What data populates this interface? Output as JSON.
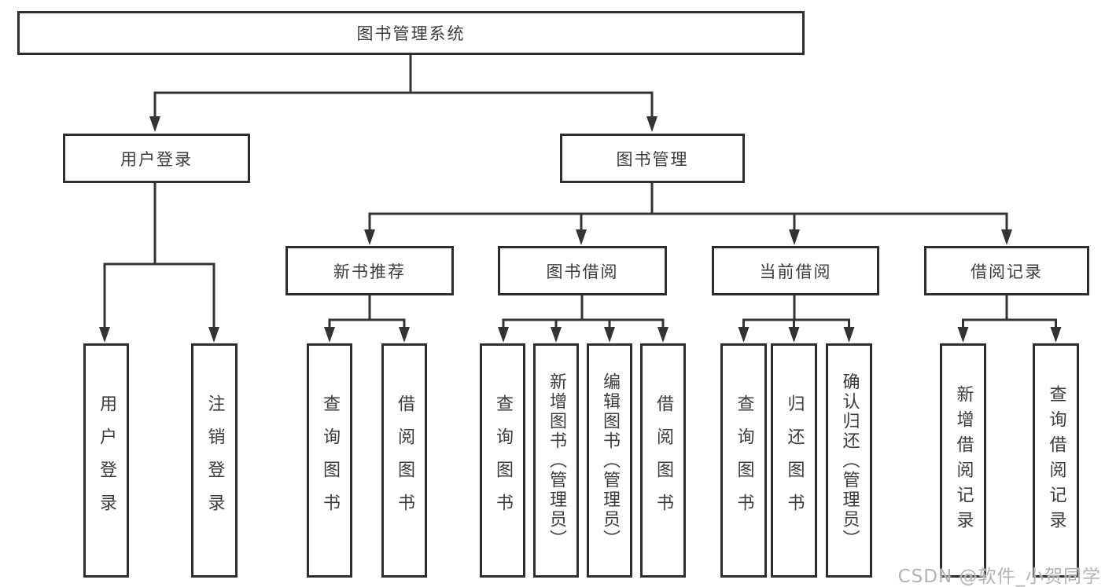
{
  "diagram": {
    "root": {
      "label": "图书管理系统"
    },
    "level2": [
      {
        "label": "用户登录"
      },
      {
        "label": "图书管理"
      }
    ],
    "level3": [
      {
        "label": "新书推荐"
      },
      {
        "label": "图书借阅"
      },
      {
        "label": "当前借阅"
      },
      {
        "label": "借阅记录"
      }
    ],
    "leaves": {
      "login": [
        {
          "label": "用户登录"
        },
        {
          "label": "注销登录"
        }
      ],
      "recommend": [
        {
          "label": "查询图书"
        },
        {
          "label": "借阅图书"
        }
      ],
      "borrow": [
        {
          "label": "查询图书"
        },
        {
          "label": "新增图书（管理员）"
        },
        {
          "label": "编辑图书（管理员）"
        },
        {
          "label": "借阅图书"
        }
      ],
      "current": [
        {
          "label": "查询图书"
        },
        {
          "label": "归还图书"
        },
        {
          "label": "确认归还（管理员）"
        }
      ],
      "records": [
        {
          "label": "新增借阅记录"
        },
        {
          "label": "查询借阅记录"
        }
      ]
    },
    "colors": {
      "line": "#333333",
      "box_border": "#2e2e2e",
      "text": "#3c3c3c",
      "watermark": "#b3b3b3"
    }
  },
  "watermark": {
    "text": "CSDN @软件_小贺同学"
  }
}
